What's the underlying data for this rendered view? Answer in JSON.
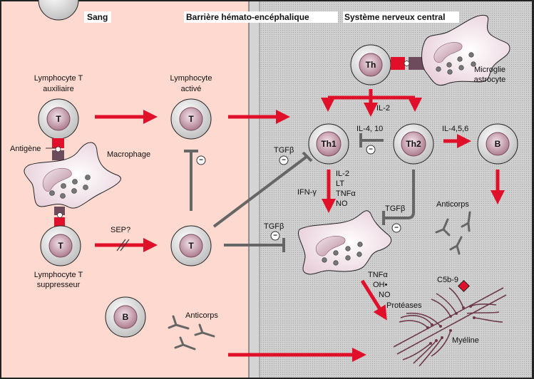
{
  "sections": {
    "blood": "Sang",
    "barrier": "Barrière hémato-encéphalique",
    "cns": "Système nerveux central"
  },
  "labels": {
    "helper_t_line1": "Lymphocyte T",
    "helper_t_line2": "auxiliaire",
    "activated_line1": "Lymphocyte",
    "activated_line2": "activé",
    "antigen": "Antigène",
    "macrophage": "Macrophage",
    "sep": "SEP?",
    "suppressor_line1": "Lymphocyte T",
    "suppressor_line2": "suppresseur",
    "antibodies_blood": "Anticorps",
    "microglia_line1": "Microglie",
    "microglia_line2": "astrocyte",
    "il2_top": "IL-2",
    "il4_10": "IL-4, 10",
    "il456": "IL-4,5,6",
    "tgfb_th1": "TGFβ",
    "tgfb_mac": "TGFβ",
    "tgfb_th2": "TGFβ",
    "ifn": "IFN-γ",
    "th1_products": [
      "IL-2",
      "LT",
      "TNFα",
      "NO"
    ],
    "antibodies_cns": "Anticorps",
    "toxic_products": [
      "TNFα",
      "OH•",
      "NO",
      "Protéases"
    ],
    "c5b9": "C5b-9",
    "myelin": "Myéline",
    "minus": "−"
  },
  "cells": {
    "t": "T",
    "th": "Th",
    "th1": "Th1",
    "th2": "Th2",
    "b": "B"
  },
  "colors": {
    "blood_bg": "#fdd9cf",
    "barrier_bg": "#d4d4d4",
    "cns_bg": "#c8c8c8",
    "arrow_red": "#e0102a",
    "inhibit_gray": "#666666",
    "receptor_mauve": "#6e4b5c",
    "myelin": "#6e3a4a",
    "cell_outer": "#d8d8d8",
    "nucleus": "#b98c9c",
    "macrophage": "#f2e4ea"
  }
}
